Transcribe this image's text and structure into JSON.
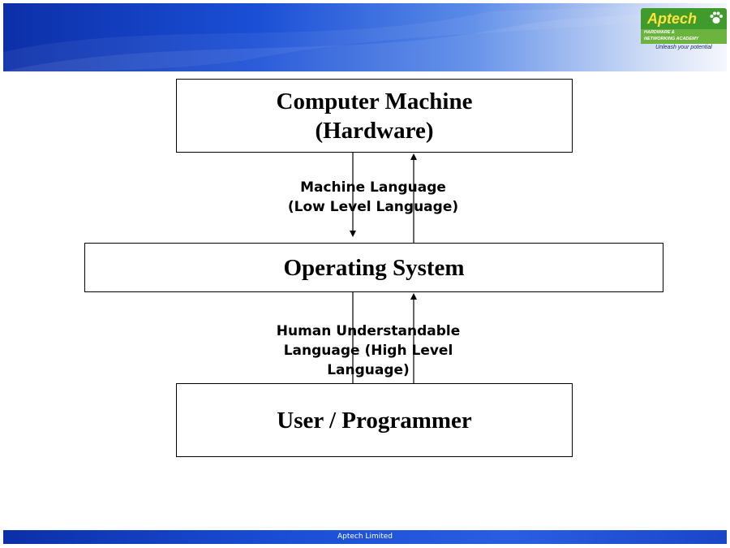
{
  "header": {
    "logo": {
      "name": "Aptech",
      "subtitle_line1": "HARDWARE &",
      "subtitle_line2": "NETWORKING ACADEMY",
      "tagline": "Unleash your potential"
    }
  },
  "diagram": {
    "hardware_box": {
      "line1": "Computer Machine",
      "line2": "(Hardware)"
    },
    "os_box": {
      "label": "Operating System"
    },
    "user_box": {
      "label": "User / Programmer"
    },
    "machine_language_label": {
      "line1": "Machine Language",
      "line2": "(Low Level Language)"
    },
    "high_level_label": {
      "line1": "Human Understandable",
      "line2": "Language (High Level",
      "line3": "Language)"
    }
  },
  "footer": {
    "text": "Aptech Limited"
  },
  "colors": {
    "header_blue": "#1a4fd6",
    "logo_green": "#3f9b2c",
    "logo_yellow": "#ffe23b"
  }
}
